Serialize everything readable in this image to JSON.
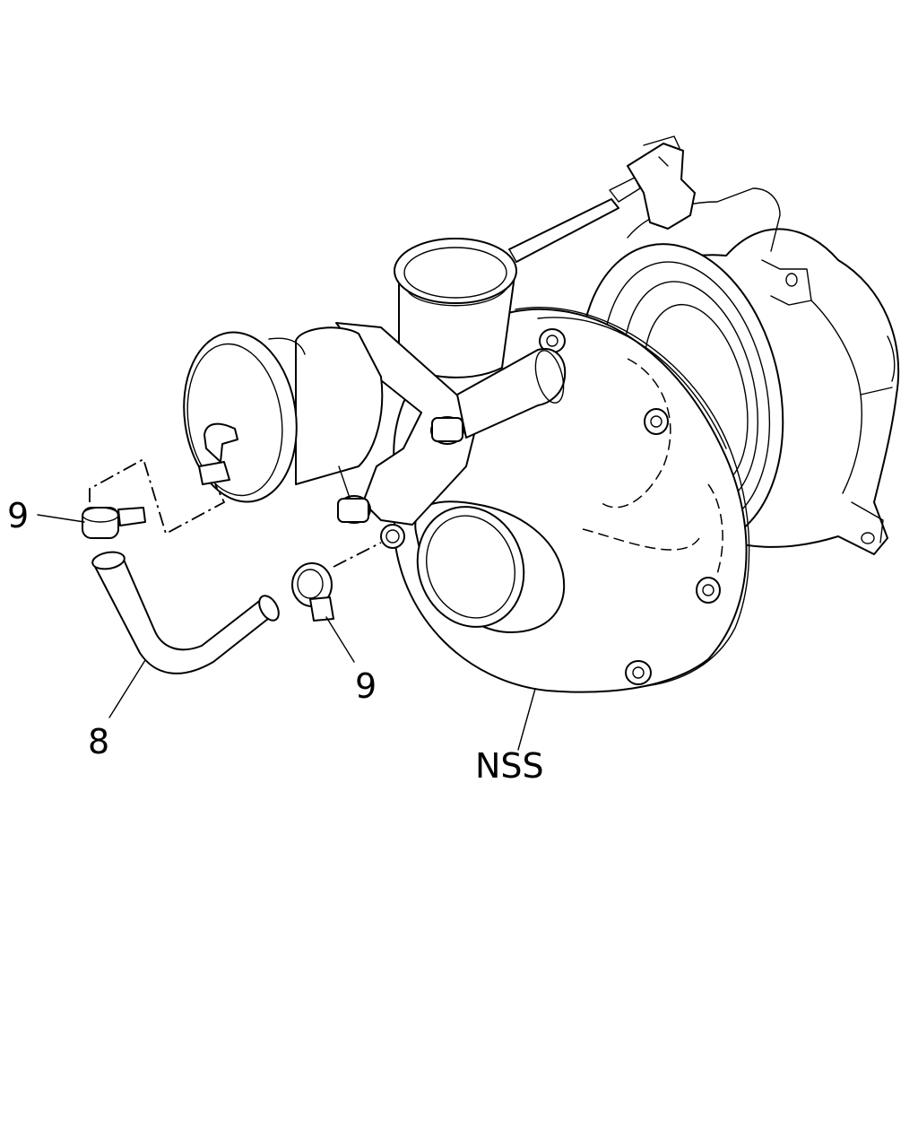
{
  "callouts": {
    "clamp_upper": "9",
    "clamp_lower": "9",
    "hose": "8",
    "turbocharger": "NSS"
  }
}
